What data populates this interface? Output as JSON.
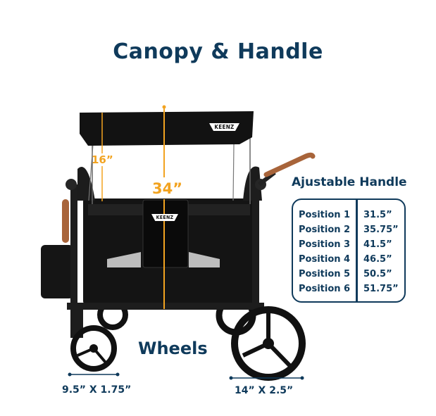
{
  "title": "Canopy & Handle",
  "canopy": {
    "canopy_height_label": "16”",
    "total_height_label": "34”",
    "brand": "KEENZ"
  },
  "handle": {
    "title": "Ajustable Handle",
    "positions": [
      {
        "label": "Position  1",
        "value": "31.5”"
      },
      {
        "label": "Position  2",
        "value": "35.75”"
      },
      {
        "label": "Position 3",
        "value": "41.5”"
      },
      {
        "label": "Position 4",
        "value": "46.5”"
      },
      {
        "label": "Position 5",
        "value": "50.5”"
      },
      {
        "label": "Position 6",
        "value": "51.75”"
      }
    ]
  },
  "wheels": {
    "title": "Wheels",
    "front_size": "9.5” X 1.75”",
    "rear_size": "14” X 2.5”"
  },
  "colors": {
    "navy": "#0f3a5b",
    "orange": "#f2a320",
    "leather": "#a8643a"
  }
}
